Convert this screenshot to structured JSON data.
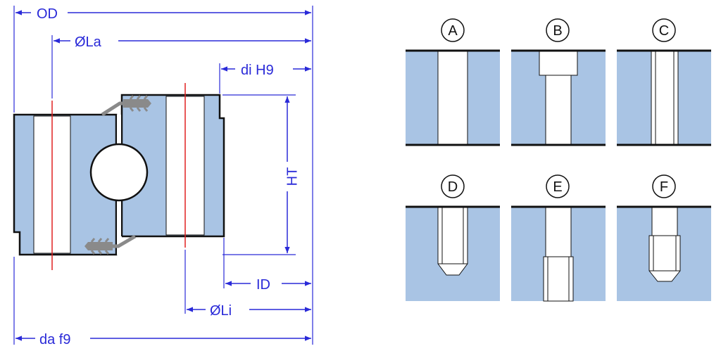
{
  "colors": {
    "dimension": "#2a2ad8",
    "fill": "#a9c4e4",
    "outline": "#111111",
    "centerline": "#e02020",
    "seal": "#8a8a8a",
    "background": "#ffffff"
  },
  "dimensions": {
    "od": "OD",
    "la": "ØLa",
    "di": "di H9",
    "ht": "HT",
    "id": "ID",
    "li": "ØLi",
    "da": "da f9"
  },
  "hole_types": [
    {
      "label": "A",
      "kind": "through-hole"
    },
    {
      "label": "B",
      "kind": "counterbored-hole"
    },
    {
      "label": "C",
      "kind": "through-hole-with-lines"
    },
    {
      "label": "D",
      "kind": "blind-tapped-hole"
    },
    {
      "label": "E",
      "kind": "through-tapped-hole"
    },
    {
      "label": "F",
      "kind": "counterbored-tapped-hole"
    }
  ]
}
